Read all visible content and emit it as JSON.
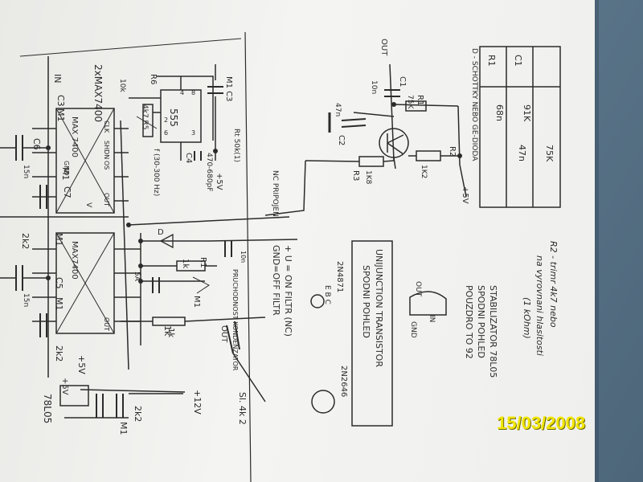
{
  "photo": {
    "date_stamp": "15/03/2008"
  },
  "schematic": {
    "left_section": {
      "in_label": "IN",
      "max_label": "2xMAX7400",
      "chip_top": "MAX 7400",
      "chip_bottom": "MAX7400",
      "c6": "C6",
      "c6_val": "15n",
      "c7": "C7",
      "m1_a": "M1",
      "m1_b": "M1",
      "m1_c": "M1",
      "m1_d": "M1",
      "c3": "C3",
      "c5": "C5",
      "v_label": "V",
      "pin_labels": [
        "CLK",
        "SHDN",
        "GND",
        "OS",
        "OUT",
        "OUT"
      ],
      "val_15n_b": "15n",
      "r_2k2_a": "2k2",
      "r_2k2_b": "2k2",
      "plus5v_a": "+5V",
      "plus5v_b": "+5V",
      "reg": "78L05",
      "cap_m1": "M1",
      "cap_2k2": "2k2",
      "plus12": "+12V",
      "one_k": "1k"
    },
    "osc_section": {
      "r6": "R6",
      "r6_val": "4k7 R5",
      "r10k": "10k",
      "chip": "555",
      "m1c3": "M1 C3",
      "c4": "C4",
      "val_470": "470-680pF",
      "freq": "f (30-300 Hz)",
      "plus5v": "+5V",
      "rt": "Rt 50k(1)",
      "pin_nums": [
        "8",
        "4",
        "2",
        "6",
        "3"
      ]
    },
    "mid_section": {
      "d_label": "D",
      "r1_label": "R1",
      "r1_val": "1k",
      "val_10n": "10n",
      "m1": "M1",
      "c_label": "5A",
      "tk_label": "1k",
      "u_note": "+ U = ON FILTR (NC)",
      "gnd_note": "GND=OFF FILTR",
      "p_note": "PRUCHODNOST KONDENZATOR",
      "out_note": "OUT",
      "sluchatko": "Sl. 4k 2"
    },
    "right_section": {
      "out": "OUT",
      "c1": "C1",
      "c1_val": "10n",
      "c2": "C2",
      "c2_val": "47n",
      "r1": "R1",
      "r1_val": "75K",
      "r2": "R2",
      "r2_val": "1K2",
      "r3": "R3",
      "r3_val": "1K8",
      "plus5v": "+5V",
      "nc_note": "NC PRIPOJENI",
      "diode_note": "D - SCHOTTKY NEBO GE-DIODA",
      "table": {
        "headers": [
          "R1",
          "C1"
        ],
        "rows": [
          [
            "91K",
            "68n"
          ],
          [
            "75K",
            "47n"
          ]
        ]
      },
      "uj_title": "UNIJUNCTION TRANSISTOR",
      "uj_sub": "SPODNI POHLED",
      "uj_2n4871": "2N4871",
      "uj_2n2646": "2N2646",
      "uj_ebc": "E B C",
      "stab_title": "STABILIZATOR 78L05",
      "stab_sub": "SPODNI POHLED",
      "stab_pkg": "POUZDRO TO 92",
      "stab_pins": [
        "OUT",
        "IN",
        "GND"
      ],
      "r2_note_1": "R2 - trimr 4k7 nebo",
      "r2_note_2": "na vyrovnani hlasitosti",
      "r2_note_3": "(1 kOhm)"
    }
  }
}
